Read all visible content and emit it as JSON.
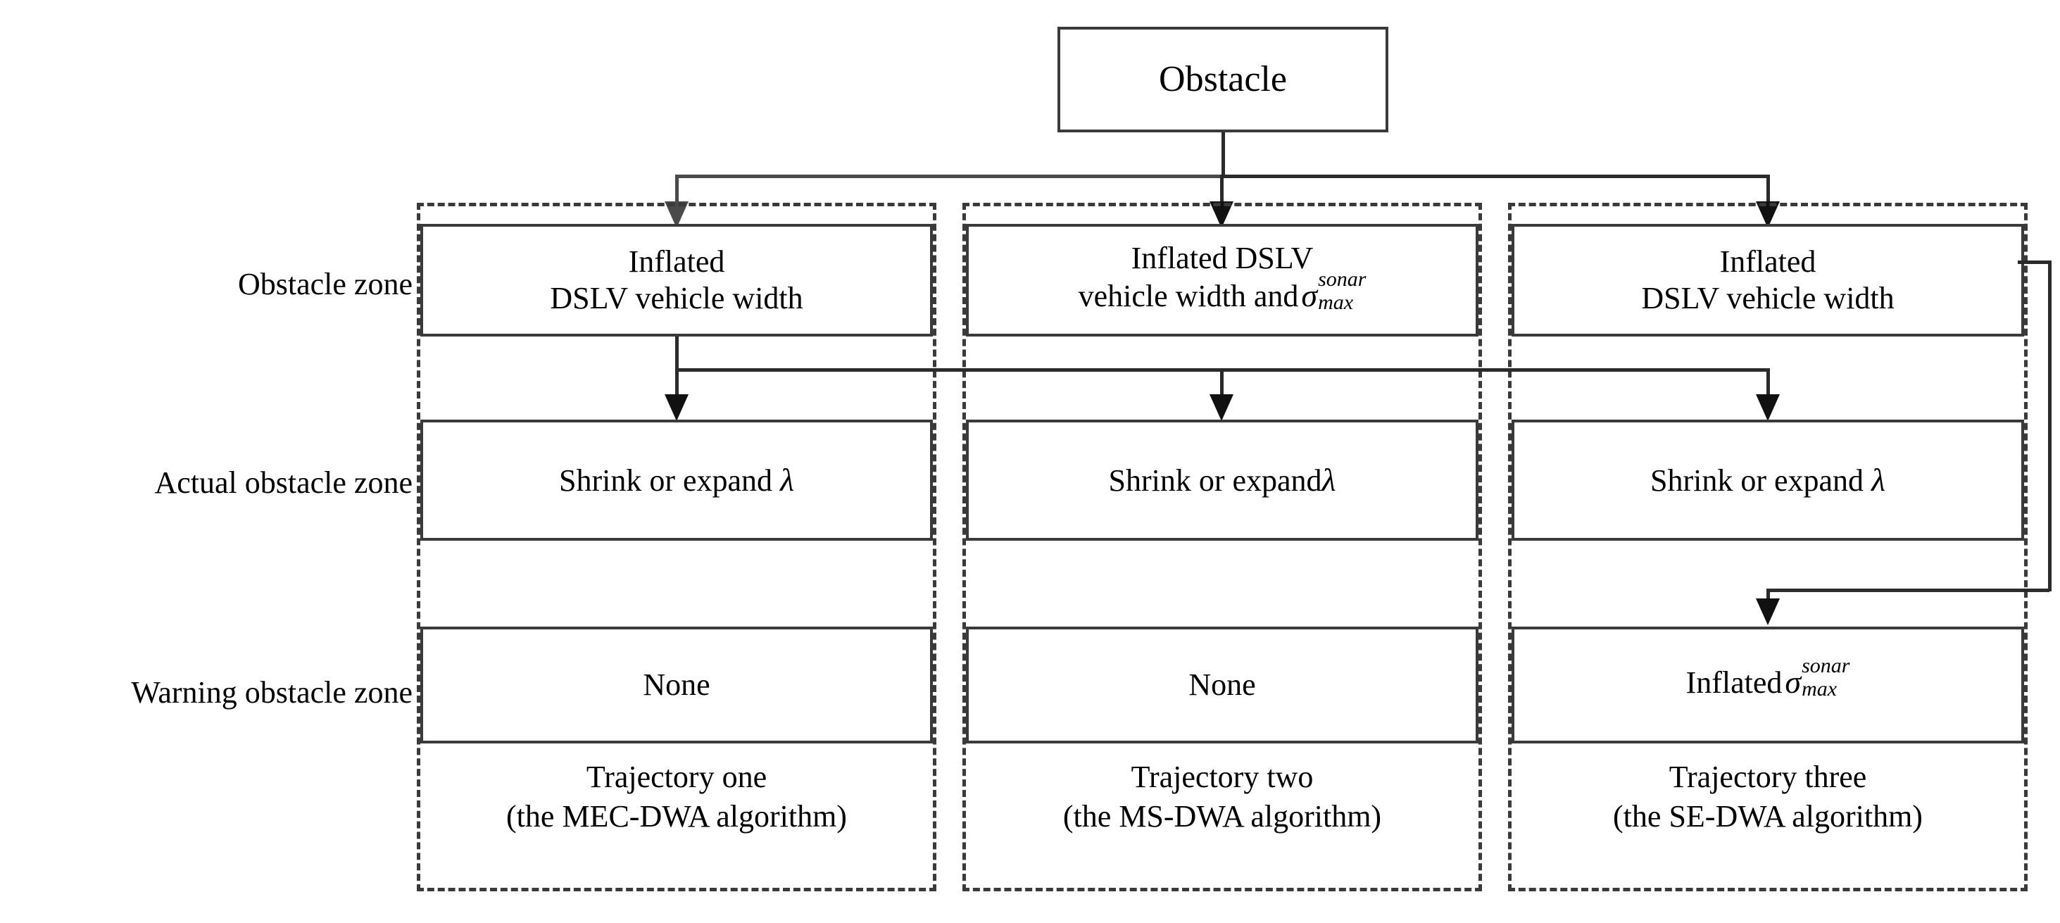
{
  "root": {
    "label": "Obstacle"
  },
  "row_labels": [
    {
      "id": "obstacle-zone",
      "text": "Obstacle zone"
    },
    {
      "id": "actual-obstacle-zone",
      "text": "Actual obstacle zone"
    },
    {
      "id": "warning-obstacle-zone",
      "text": "Warning obstacle zone"
    }
  ],
  "columns": [
    {
      "id": "trajectory-one",
      "caption_line1": "Trajectory one",
      "caption_line2": "(the MEC-DWA algorithm)",
      "obstacle_zone_line1": "Inflated",
      "obstacle_zone_line2": "DSLV vehicle width",
      "actual_zone": "Shrink or expand",
      "actual_zone_symbol": "λ",
      "warning_zone": "None"
    },
    {
      "id": "trajectory-two",
      "caption_line1": "Trajectory two",
      "caption_line2": "(the MS-DWA algorithm)",
      "obstacle_zone_line1": "Inflated DSLV",
      "obstacle_zone_line2": "vehicle width and",
      "obstacle_zone_symbol": "σ",
      "obstacle_zone_sup": "sonar",
      "obstacle_zone_sub": "max",
      "actual_zone": "Shrink or expand",
      "actual_zone_symbol": "λ",
      "warning_zone": "None"
    },
    {
      "id": "trajectory-three",
      "caption_line1": "Trajectory three",
      "caption_line2": "(the SE-DWA algorithm)",
      "obstacle_zone_line1": "Inflated",
      "obstacle_zone_line2": "DSLV vehicle width",
      "actual_zone": "Shrink or expand",
      "actual_zone_symbol": "λ",
      "warning_zone": "Inflated",
      "warning_zone_symbol": "σ",
      "warning_zone_sup": "sonar",
      "warning_zone_sub": "max"
    }
  ],
  "colors": {
    "stroke": "#3a3a3a",
    "connector": "#2b2b2b",
    "connector_grey": "#4a4a4a",
    "background": "#ffffff",
    "text": "#000000"
  }
}
